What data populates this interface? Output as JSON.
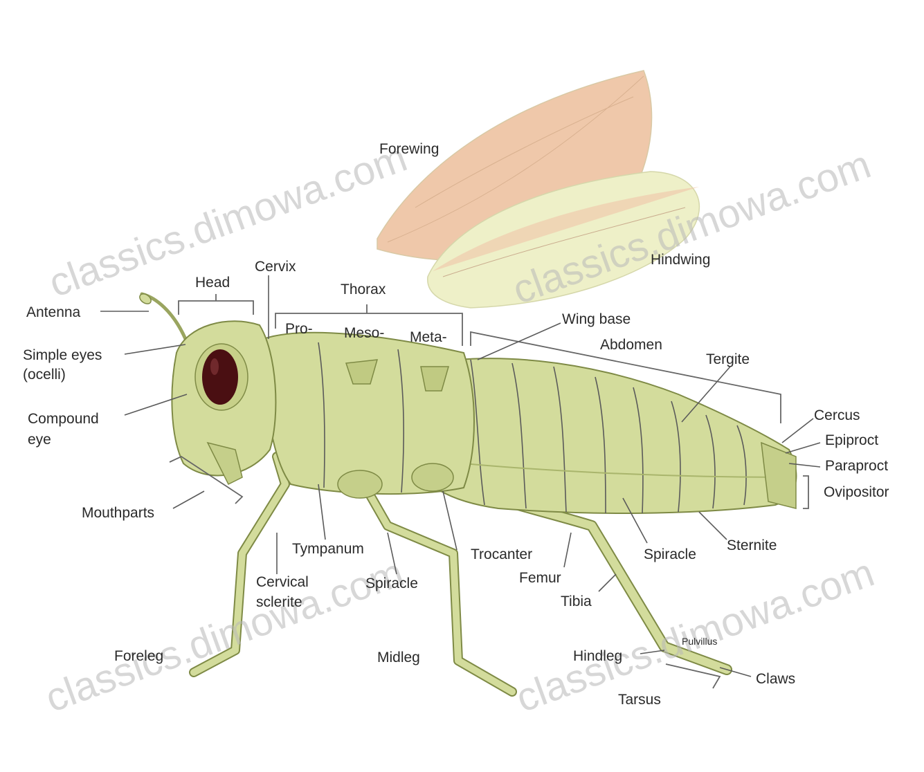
{
  "watermark": "classics.dimowa.com",
  "colors": {
    "body": "#d3dc9c",
    "body_dark": "#a9b56c",
    "body_outline": "#7e8a45",
    "wing": "#efc7a8",
    "wing_hind": "#eef0c9",
    "eye": "#4a0f12",
    "label": "#2a2a2a"
  },
  "labels": {
    "forewing": "Forewing",
    "hindwing": "Hindwing",
    "head": "Head",
    "cervix": "Cervix",
    "thorax": "Thorax",
    "antenna": "Antenna",
    "pro": "Pro-",
    "meso": "Meso-",
    "meta": "Meta-",
    "wing_base": "Wing base",
    "abdomen": "Abdomen",
    "tergite": "Tergite",
    "simple_eyes_1": "Simple eyes",
    "simple_eyes_2": "(ocelli)",
    "compound_eye_1": "Compound",
    "compound_eye_2": "eye",
    "cercus": "Cercus",
    "epiproct": "Epiproct",
    "paraproct": "Paraproct",
    "ovipositor": "Ovipositor",
    "mouthparts": "Mouthparts",
    "tympanum": "Tympanum",
    "trocanter": "Trocanter",
    "spiracle_abd": "Spiracle",
    "sternite": "Sternite",
    "cervical_sclerite_1": "Cervical",
    "cervical_sclerite_2": "sclerite",
    "spiracle_thx": "Spiracle",
    "femur": "Femur",
    "tibia": "Tibia",
    "foreleg": "Foreleg",
    "midleg": "Midleg",
    "hindleg": "Hindleg",
    "pulvillus": "Pulvillus",
    "claws": "Claws",
    "tarsus": "Tarsus"
  }
}
